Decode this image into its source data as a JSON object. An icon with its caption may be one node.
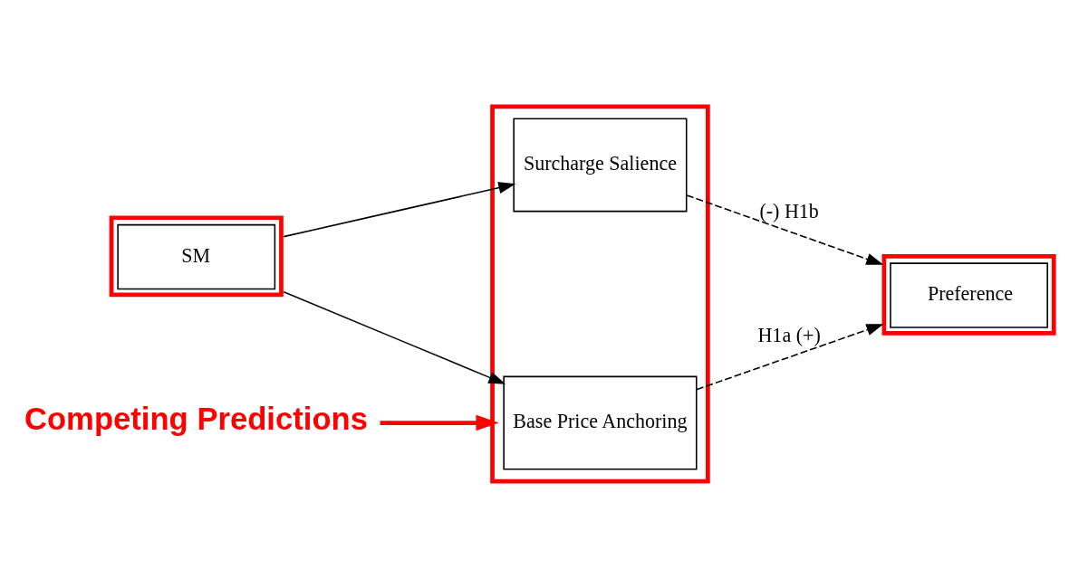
{
  "diagram": {
    "nodes": [
      {
        "text": [
          "SM"
        ]
      },
      {
        "text": [],
        "shape": "box"
      },
      {
        "text": [
          "Base Price Anchoring"
        ],
        "in": 1
      },
      {
        "text": [
          "Surcharge Salience"
        ],
        "in": 1
      },
      {
        "text": [
          "Preference"
        ]
      },
      {
        "text": [
          "Competing Predictions"
        ]
      }
    ],
    "edges": [
      {
        "from": 0,
        "to": 2,
        "arrow": "to"
      },
      {
        "from": 0,
        "to": 3,
        "arrow": "to"
      },
      {
        "from": 2,
        "to": 4,
        "arrow": "to",
        "label": "H1a (+)",
        "style": "dashed"
      },
      {
        "from": 3,
        "to": 4,
        "arrow": "to",
        "label": "(-) H1b",
        "style": "dashed"
      },
      {
        "from": 5,
        "to": 1,
        "arrow": "to",
        "style": "thick",
        "color": "#ff0000"
      }
    ]
  }
}
